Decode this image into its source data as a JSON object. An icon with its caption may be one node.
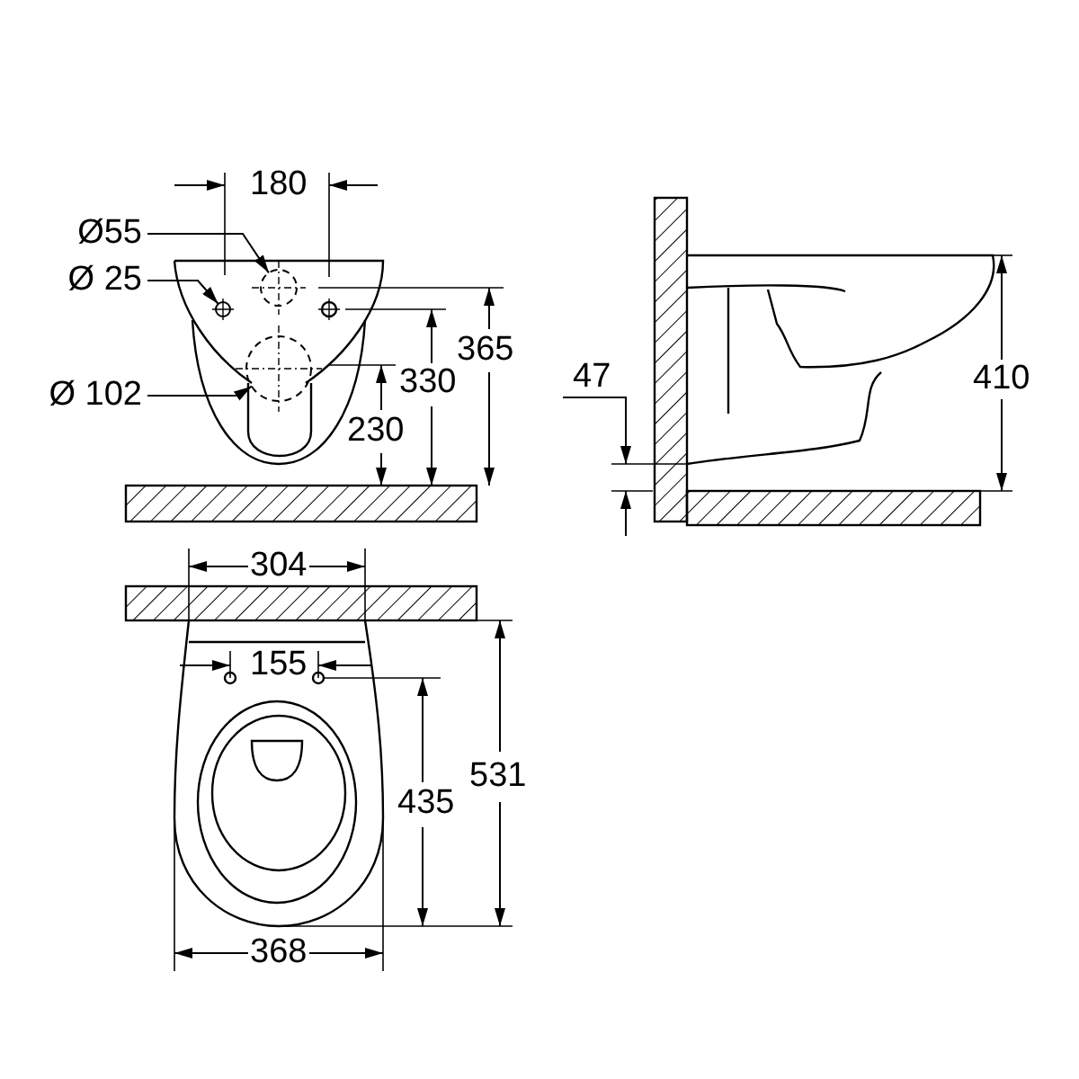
{
  "diagram": {
    "nodes": [
      {
        "text": [
          "Ø55"
        ]
      },
      {
        "text": [
          "Ø 25"
        ]
      },
      {
        "text": [
          "Ø 102"
        ]
      },
      {
        "text": [],
        "shape": "circle"
      },
      {
        "text": [],
        "shape": "circle"
      },
      {
        "text": [],
        "shape": "circle"
      }
    ],
    "edges": [
      {
        "from": 0,
        "to": 3,
        "arrow": "to"
      },
      {
        "from": 1,
        "to": 4,
        "arrow": "to"
      },
      {
        "from": 2,
        "to": 5,
        "arrow": "to"
      }
    ],
    "labels": [
      "180",
      "365",
      "330",
      "230",
      "47",
      "410",
      "304",
      "155",
      "435",
      "531",
      "368"
    ]
  }
}
